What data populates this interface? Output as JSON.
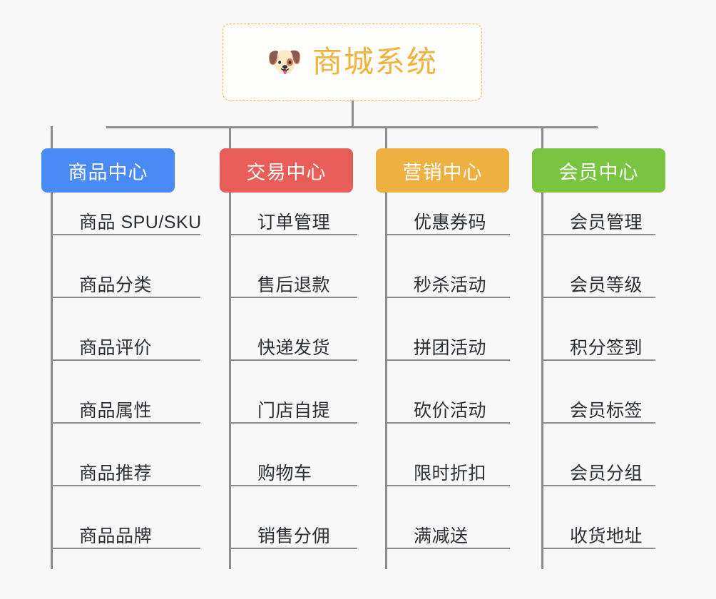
{
  "background_color": "#f8f8f8",
  "connector_color": "#8d8d8d",
  "root": {
    "icon": "shiba-dog-face-emoji",
    "emoji": "🐶",
    "title": "商城系统",
    "title_color": "#f0b33f",
    "border_color": "#e9b84e",
    "background_color": "#fdfdfc"
  },
  "branches": [
    {
      "label": "商品中心",
      "color": "#4a8af4",
      "items": [
        "商品 SPU/SKU",
        "商品分类",
        "商品评价",
        "商品属性",
        "商品推荐",
        "商品品牌"
      ]
    },
    {
      "label": "交易中心",
      "color": "#e85d58",
      "items": [
        "订单管理",
        "售后退款",
        "快递发货",
        "门店自提",
        "购物车",
        "销售分佣"
      ]
    },
    {
      "label": "营销中心",
      "color": "#eeb040",
      "items": [
        "优惠券码",
        "秒杀活动",
        "拼团活动",
        "砍价活动",
        "限时折扣",
        "满减送"
      ]
    },
    {
      "label": "会员中心",
      "color": "#79c440",
      "items": [
        "会员管理",
        "会员等级",
        "积分签到",
        "会员标签",
        "会员分组",
        "收货地址"
      ]
    }
  ]
}
